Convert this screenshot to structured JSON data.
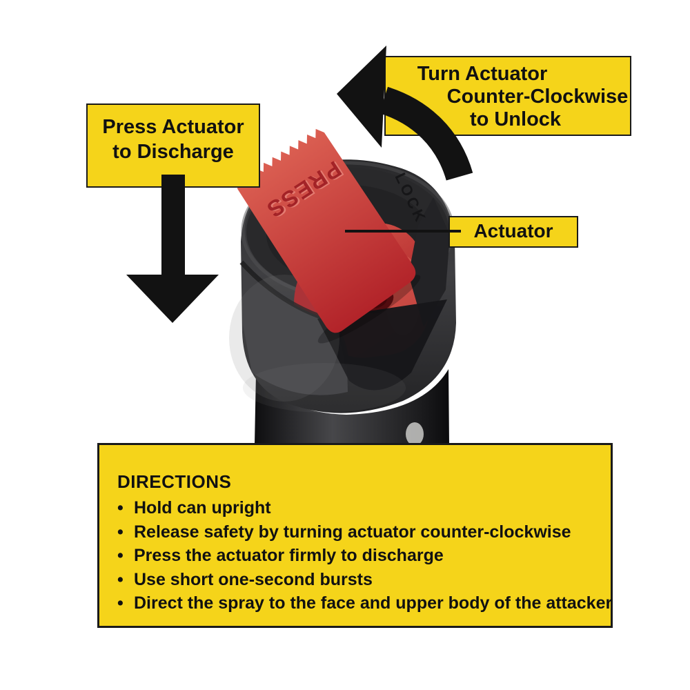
{
  "colors": {
    "background": "#ffffff",
    "label_bg": "#F5D41A",
    "label_border": "#1a1a1a",
    "label_text": "#111111",
    "arrow": "#121212",
    "actuator_red": "#C23B33",
    "cap_black": "#2B2B2D"
  },
  "callouts": {
    "turn": {
      "line1": "Turn Actuator",
      "line2": "Counter-Clockwise",
      "line3": "to Unlock"
    },
    "press": {
      "line1": "Press Actuator",
      "line2": "to Discharge"
    },
    "actuator": {
      "label": "Actuator"
    }
  },
  "product": {
    "tab_text": "PRESS",
    "cap_text": "LOCK"
  },
  "directions": {
    "title": "DIRECTIONS",
    "bullet": "•",
    "items": [
      "Hold can upright",
      "Release safety by turning actuator counter-clockwise",
      "Press the actuator firmly to discharge",
      "Use short one-second bursts",
      "Direct the spray to the face and upper body of the attacker"
    ]
  }
}
